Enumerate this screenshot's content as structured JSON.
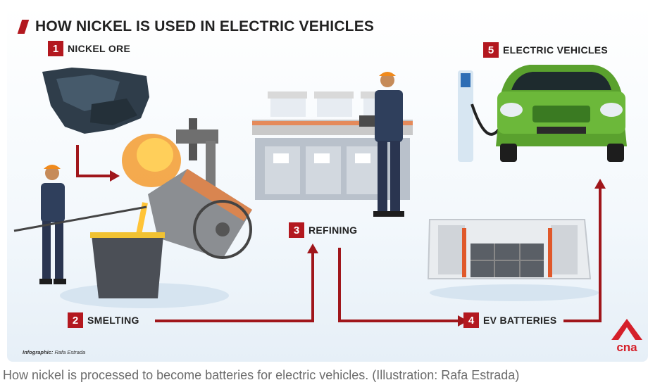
{
  "infographic": {
    "title": "HOW NICKEL IS USED IN ELECTRIC VEHICLES",
    "steps": [
      {
        "number": "1",
        "label": "NICKEL ORE"
      },
      {
        "number": "2",
        "label": "SMELTING"
      },
      {
        "number": "3",
        "label": "REFINING"
      },
      {
        "number": "4",
        "label": "EV BATTERIES"
      },
      {
        "number": "5",
        "label": "ELECTRIC VEHICLES"
      }
    ],
    "credit_label": "Infographic:",
    "credit_name": "Rafa Estrada",
    "logo_text": "cna"
  },
  "caption": "How nickel is processed to become batteries for electric vehicles. (Illustration: Rafa Estrada)",
  "colors": {
    "accent_red": "#b3181f",
    "arrow_red": "#a0161b",
    "car_green": "#5aa12e"
  }
}
